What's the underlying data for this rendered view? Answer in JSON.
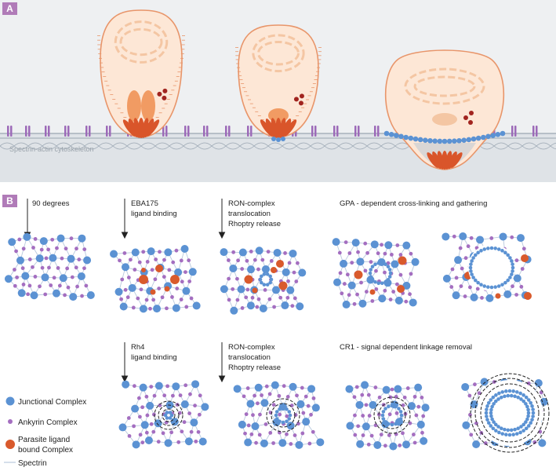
{
  "panel_a": {
    "letter": "A",
    "cytoskeleton_label": "Spectrin-actin cytoskeleton"
  },
  "panel_b": {
    "letter": "B",
    "steps_row1": [
      {
        "lines": [
          "90 degrees"
        ]
      },
      {
        "lines": [
          "EBA175",
          "ligand binding"
        ]
      },
      {
        "lines": [
          "RON-complex",
          "translocation",
          "Rhoptry release"
        ]
      },
      {
        "lines": [
          "GPA - dependent cross-linking and gathering"
        ]
      }
    ],
    "steps_row2": [
      {
        "lines": [
          "Rh4",
          "ligand binding"
        ]
      },
      {
        "lines": [
          "RON-complex",
          "translocation",
          "Rhoptry release"
        ]
      },
      {
        "lines": [
          "CR1 - signal dependent linkage removal"
        ]
      }
    ]
  },
  "legend": [
    {
      "lines": [
        "Junctional Complex"
      ],
      "symbol": "junctional"
    },
    {
      "lines": [
        "Ankyrin Complex"
      ],
      "symbol": "ankyrin"
    },
    {
      "lines": [
        "Parasite ligand",
        "bound Complex"
      ],
      "symbol": "parasite"
    },
    {
      "lines": [
        "Spectrin"
      ],
      "symbol": "spectrin"
    }
  ],
  "colors": {
    "panel_tab": "#b07bb8",
    "panel_a_bg": "#eef0f2",
    "junctional": "#5b92d3",
    "ankyrin": "#a46ec0",
    "parasite": "#d95a2c",
    "spectrin": "#b9c9dd",
    "parasite_cell_fill": "#fde7d6",
    "parasite_cell_stroke": "#e8956a",
    "nucleus": "#f4c6a3",
    "rhoptry": "#f19b63",
    "rhoptry_dark": "#d9552a",
    "granule": "#a1241f",
    "membrane_bead": "#5b92d3",
    "transmembrane": "#9c6ab8"
  }
}
